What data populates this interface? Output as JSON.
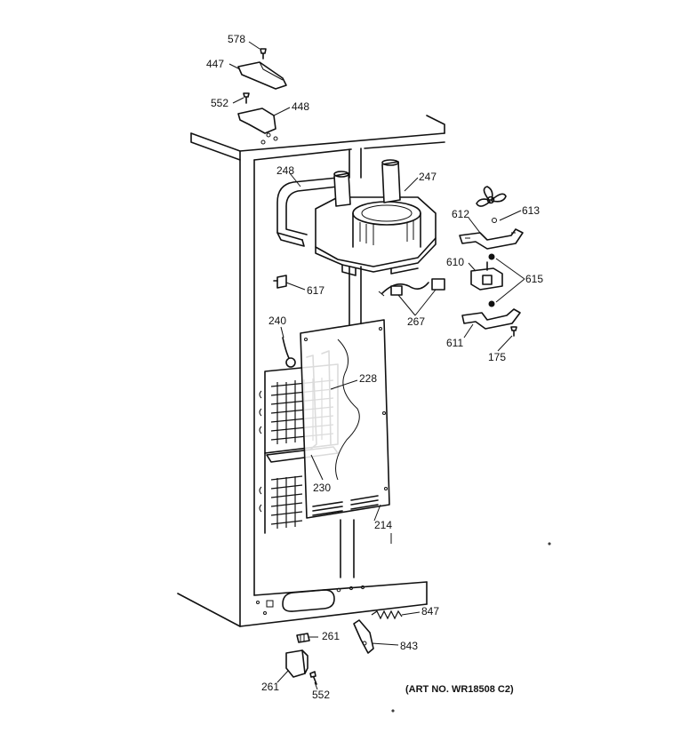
{
  "labels": {
    "p578": "578",
    "p447": "447",
    "p552a": "552",
    "p448": "448",
    "p248": "248",
    "p247": "247",
    "p612": "612",
    "p613": "613",
    "p610": "610",
    "p615": "615",
    "p617": "617",
    "p267": "267",
    "p611": "611",
    "p175": "175",
    "p240": "240",
    "p228": "228",
    "p230": "230",
    "p214": "214",
    "p847": "847",
    "p261a": "261",
    "p843": "843",
    "p261b": "261",
    "p552b": "552"
  },
  "art_number": "(ART NO. WR18508 C2)"
}
